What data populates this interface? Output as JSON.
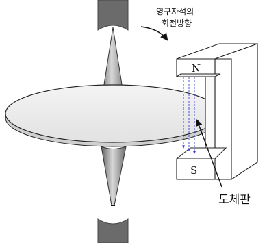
{
  "labels": {
    "rotation_line1": "영구자석의",
    "rotation_line2": "회전방향",
    "pole_north": "N",
    "pole_south": "S",
    "conductor_plate": "도체판"
  },
  "colors": {
    "background": "#ffffff",
    "stroke": "#222222",
    "cone_dark": "#6e6e6e",
    "cone_light": "#d4d4d4",
    "holder": "#6b6b6b",
    "flux_lines": "#3a3ad6",
    "magnet_fill": "#ffffff",
    "disc_fill": "#ececec"
  }
}
